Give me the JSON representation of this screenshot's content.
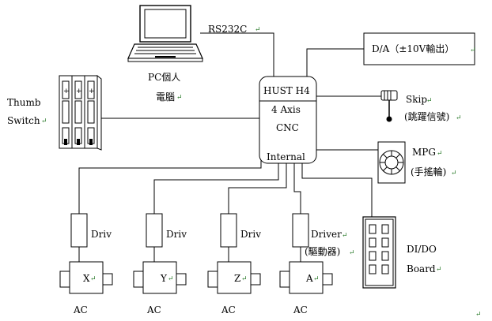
{
  "cnc": {
    "model": "HUST H4",
    "axes": "4 Axis",
    "type": "CNC",
    "internal": "Internal"
  },
  "labels": {
    "rs232c": "RS232C",
    "pc_line1": "PC個人",
    "pc_line2": "電腦",
    "da": "D/A（±10V輸出）",
    "thumb_line1": "Thumb",
    "thumb_line2": "Switch",
    "skip_line1": "Skip",
    "skip_line2": "(跳躍信號)",
    "mpg_line1": "MPG",
    "mpg_line2": "(手搖輪)",
    "didio_line1": "DI/DO",
    "didio_line2": "Board"
  },
  "axes": [
    {
      "driver": "Driv",
      "motor": "X",
      "ac": "AC"
    },
    {
      "driver": "Driv",
      "motor": "Y",
      "ac": "AC"
    },
    {
      "driver": "Driv",
      "motor": "Z",
      "ac": "AC"
    },
    {
      "driver": "Driver",
      "driver_note": "(驅動器)",
      "motor": "A",
      "ac": "AC"
    }
  ],
  "marks": {
    "arrow": "↵",
    "plus": "+"
  }
}
